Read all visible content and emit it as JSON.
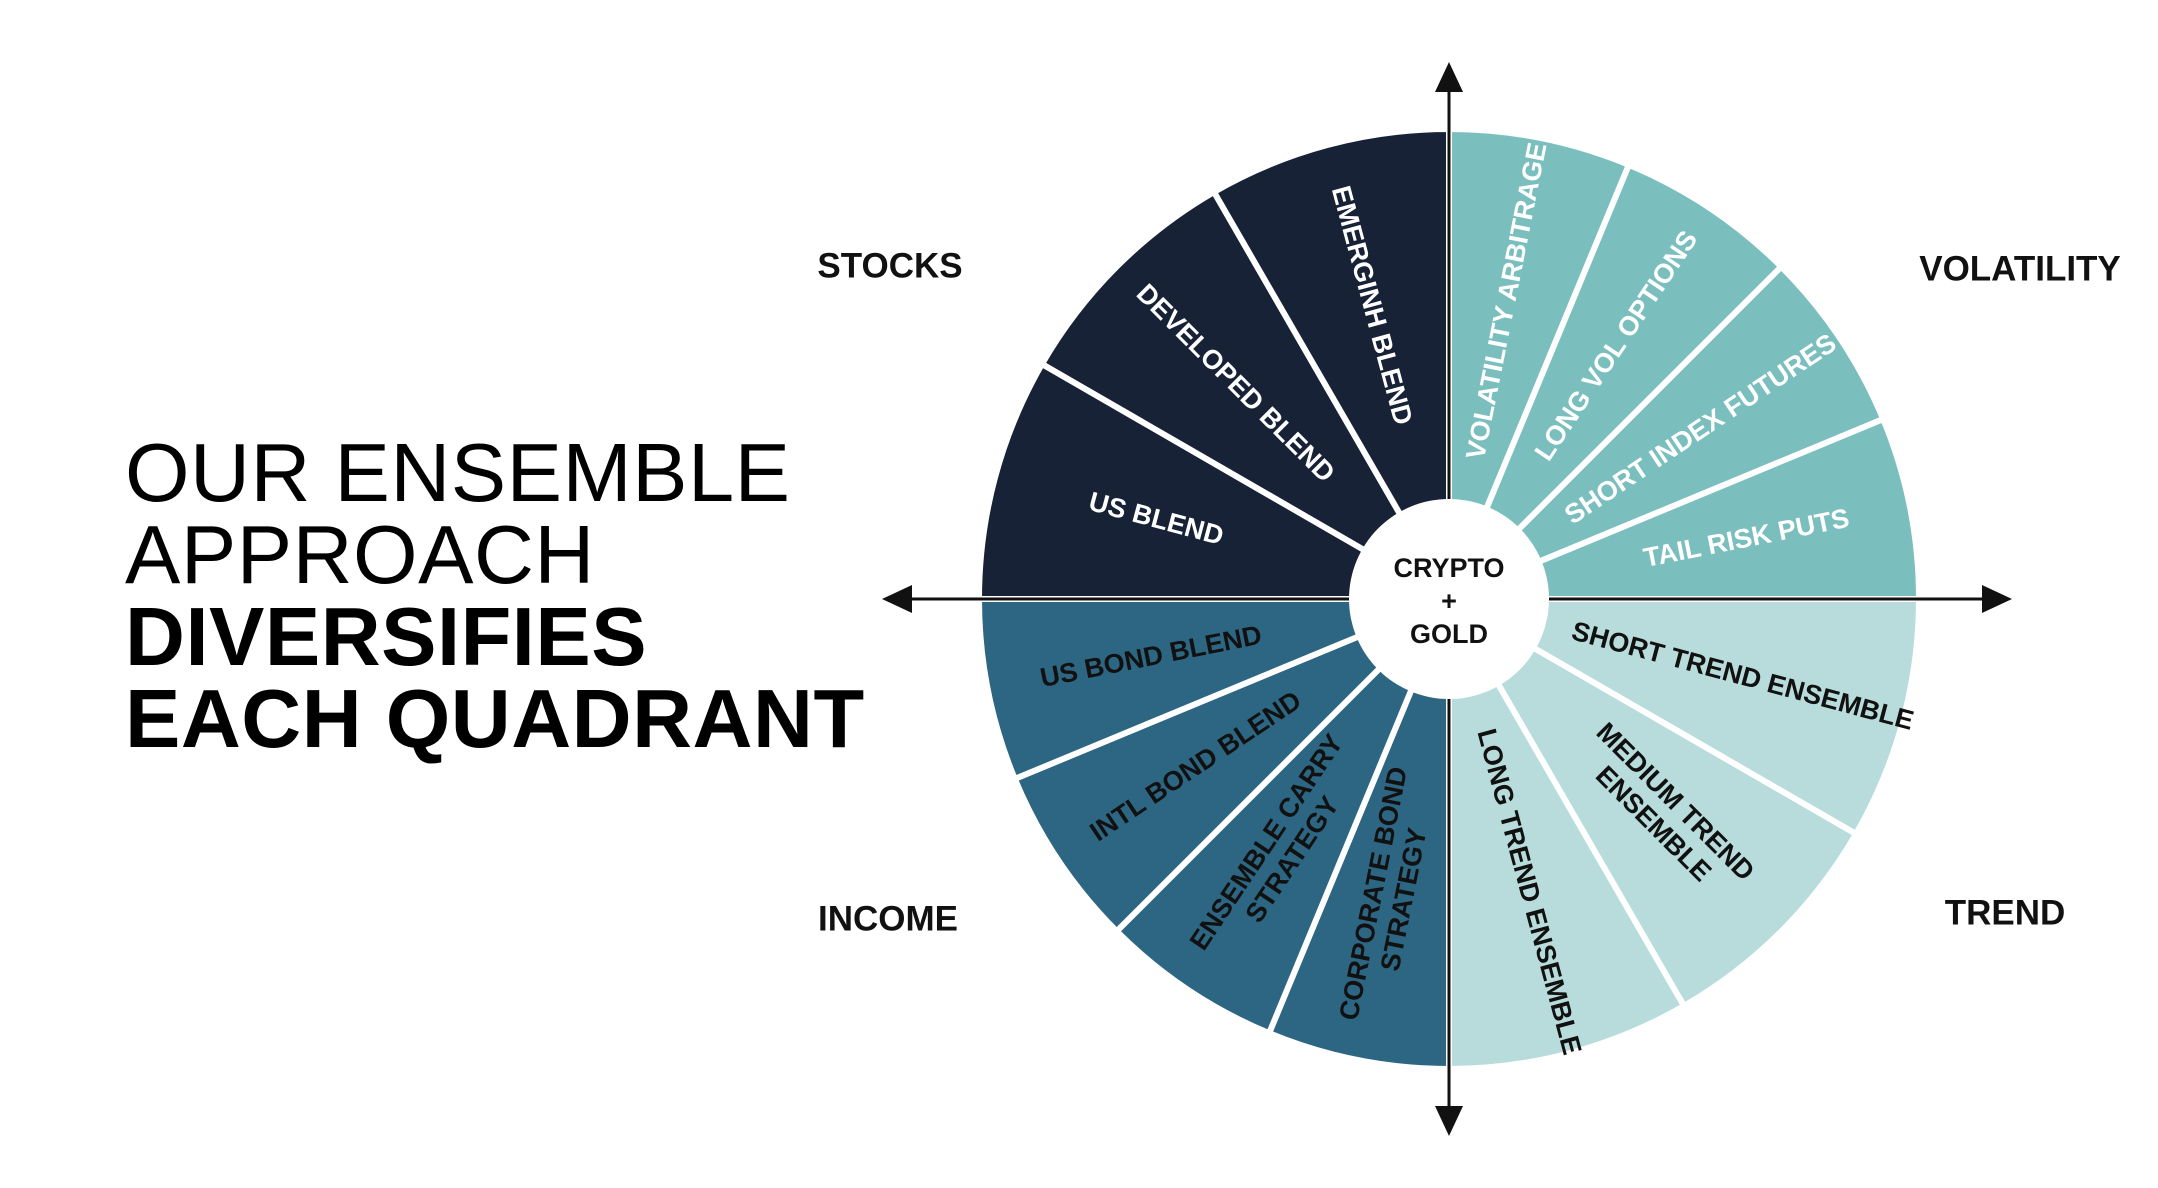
{
  "headline": {
    "line1": "OUR ENSEMBLE",
    "line2": "APPROACH",
    "line3": "DIVERSIFIES",
    "line4": "EACH QUADRANT"
  },
  "center": {
    "line1": "CRYPTO",
    "line2": "+",
    "line3": "GOLD"
  },
  "colors": {
    "stocks": "#172236",
    "volatility": "#7abfbe",
    "trend": "#b8dcdc",
    "income": "#2c6682",
    "divider": "#ffffff",
    "axis": "#111111"
  },
  "quadrants": [
    {
      "name": "STOCKS",
      "color_key": "stocks",
      "text_color": "#ffffff",
      "segments": [
        "US BLEND",
        "DEVELOPED BLEND",
        "EMERGINH BLEND"
      ]
    },
    {
      "name": "VOLATILITY",
      "color_key": "volatility",
      "text_color": "#ffffff",
      "segments": [
        "VOLATILITY ARBITRAGE",
        "LONG VOL OPTIONS",
        "SHORT INDEX FUTURES",
        "TAIL RISK PUTS"
      ]
    },
    {
      "name": "TREND",
      "color_key": "trend",
      "text_color": "#111111",
      "segments": [
        "SHORT TREND ENSEMBLE",
        "MEDIUM TREND ENSEMBLE",
        "LONG TREND ENSEMBLE"
      ]
    },
    {
      "name": "INCOME",
      "color_key": "income",
      "text_color": "#111111",
      "segments": [
        "CORPORATE BOND STRATEGY",
        "ENSEMBLE CARRY STRATEGY",
        "INTL BOND BLEND",
        "US BOND BLEND"
      ]
    }
  ]
}
